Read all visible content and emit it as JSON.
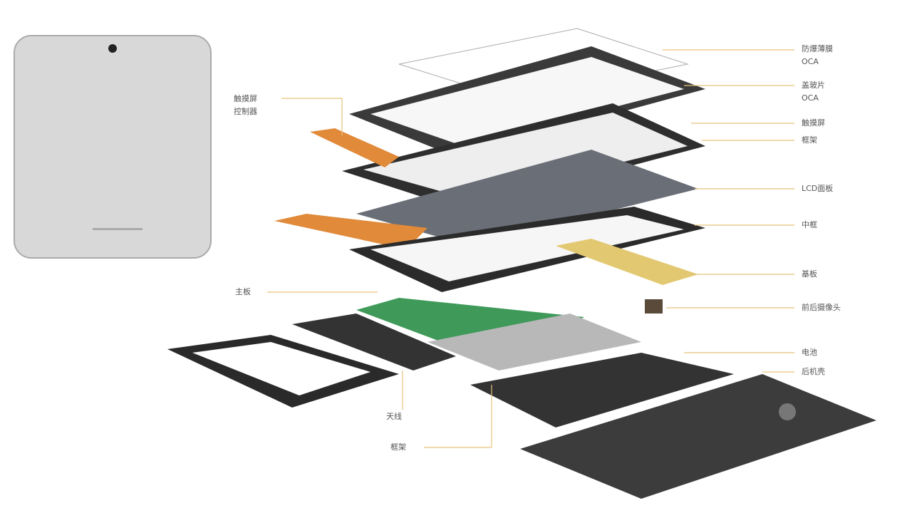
{
  "labels_right": [
    {
      "lines": [
        "防爆薄膜",
        "OCA"
      ]
    },
    {
      "lines": [
        "盖玻片",
        "OCA"
      ]
    },
    {
      "lines": [
        "触摸屏"
      ]
    },
    {
      "lines": [
        "框架"
      ]
    },
    {
      "lines": [
        "LCD面板"
      ]
    },
    {
      "lines": [
        "中框"
      ]
    },
    {
      "lines": [
        "基板"
      ]
    },
    {
      "lines": [
        "前后摄像头"
      ]
    },
    {
      "lines": [
        "电池"
      ]
    },
    {
      "lines": [
        "后机壳"
      ]
    }
  ],
  "labels_left": [
    {
      "lines": [
        "触摸屏",
        "控制器"
      ]
    },
    {
      "lines": [
        "主板"
      ]
    },
    {
      "lines": [
        "天线"
      ]
    },
    {
      "lines": [
        "框架"
      ]
    }
  ],
  "colors": {
    "leader": "#e6c27a",
    "dark": "#3a3a3a",
    "pcb": "#3f9a5a",
    "flex": "#e08a3a"
  }
}
